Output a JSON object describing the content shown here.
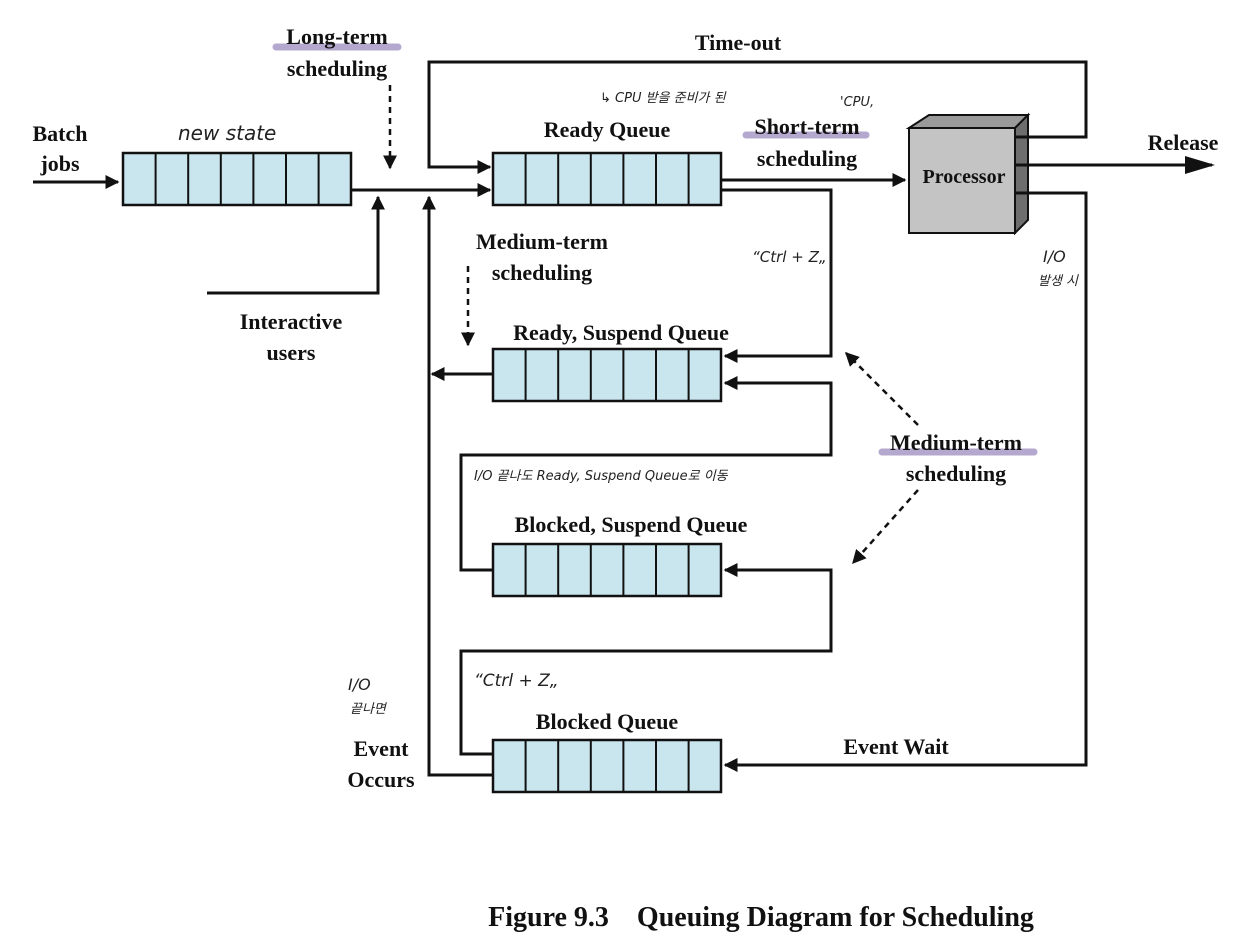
{
  "labels": {
    "long_term": "Long-term",
    "scheduling_lt": "scheduling",
    "time_out": "Time-out",
    "batch": "Batch",
    "jobs": "jobs",
    "ready_queue": "Ready Queue",
    "short_term": "Short-term",
    "scheduling_st": "scheduling",
    "processor": "Processor",
    "release": "Release",
    "medium_term_1": "Medium-term",
    "scheduling_mt1": "scheduling",
    "interactive": "Interactive",
    "users": "users",
    "ready_suspend_queue": "Ready, Suspend Queue",
    "medium_term_2": "Medium-term",
    "scheduling_mt2": "scheduling",
    "blocked_suspend_queue": "Blocked, Suspend Queue",
    "blocked_queue": "Blocked Queue",
    "event_wait": "Event Wait",
    "event": "Event",
    "occurs": "Occurs"
  },
  "notes": {
    "new_state": "new state",
    "cpu_allocated": "↳ CPU 받을 준비가 된",
    "cpu_quote": "'CPU,",
    "ctrl_z_1": "“Ctrl + Z„",
    "io_1": "I/O",
    "io_occur": "발생 시",
    "io_done_move": "I/O 끝나도 Ready, Suspend Queue로 이동",
    "ctrl_z_2": "“Ctrl + Z„",
    "io_2": "I/O",
    "io_done": "끝나면"
  },
  "caption": "Figure 9.3    Queuing Diagram for Scheduling",
  "colors": {
    "queue_fill": "#c9e6ee",
    "processor_front": "#c4c4c4",
    "processor_top": "#9a9a9a",
    "processor_side": "#6e6e6e",
    "highlight": "#a999c6"
  }
}
